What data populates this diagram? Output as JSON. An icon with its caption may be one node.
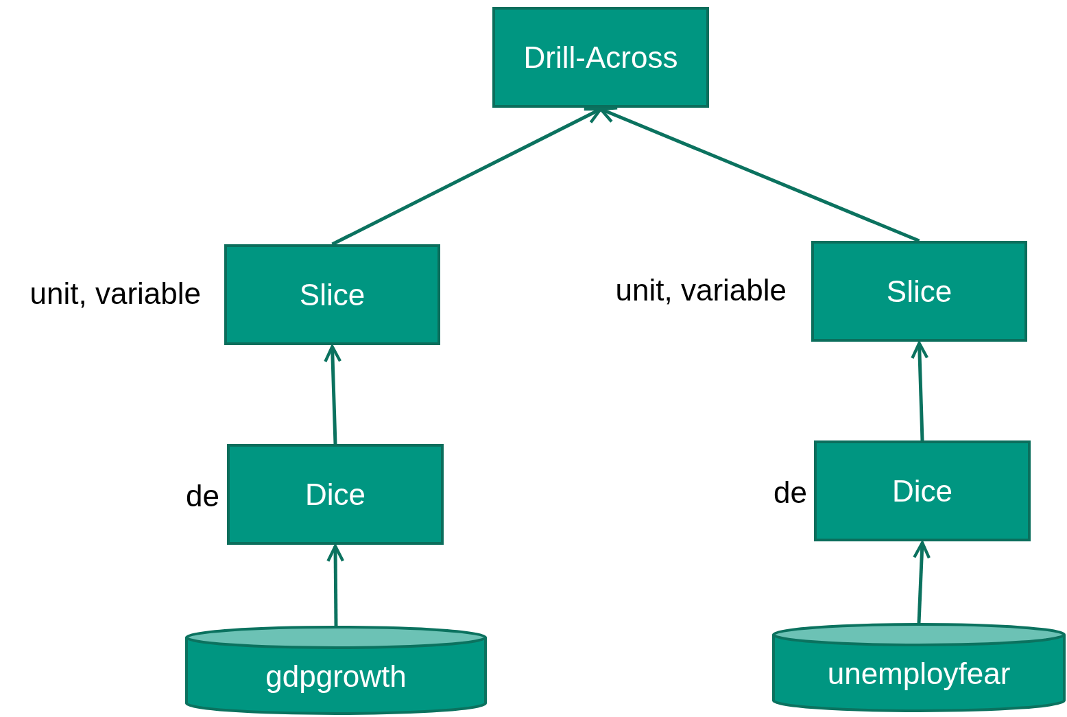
{
  "diagram": {
    "nodes": [
      {
        "text": [
          "Drill-Across"
        ]
      },
      {
        "text": [
          "Slice"
        ],
        "beside": [
          "unit, variable"
        ]
      },
      {
        "text": [
          "Slice"
        ],
        "beside": [
          "unit, variable"
        ]
      },
      {
        "text": [
          "Dice"
        ],
        "beside": [
          "de"
        ]
      },
      {
        "text": [
          "Dice"
        ],
        "beside": [
          "de"
        ]
      },
      {
        "text": [
          "gdpgrowth"
        ]
      },
      {
        "text": [
          "unemployfear"
        ]
      }
    ],
    "edges": [
      {
        "from": 1,
        "to": 0,
        "arrow": "to"
      },
      {
        "from": 2,
        "to": 0,
        "arrow": "to"
      },
      {
        "from": 3,
        "to": 1,
        "arrow": "to"
      },
      {
        "from": 5,
        "to": 3,
        "arrow": "to"
      },
      {
        "from": 4,
        "to": 2,
        "arrow": "to"
      },
      {
        "from": 6,
        "to": 4,
        "arrow": "to"
      }
    ]
  }
}
